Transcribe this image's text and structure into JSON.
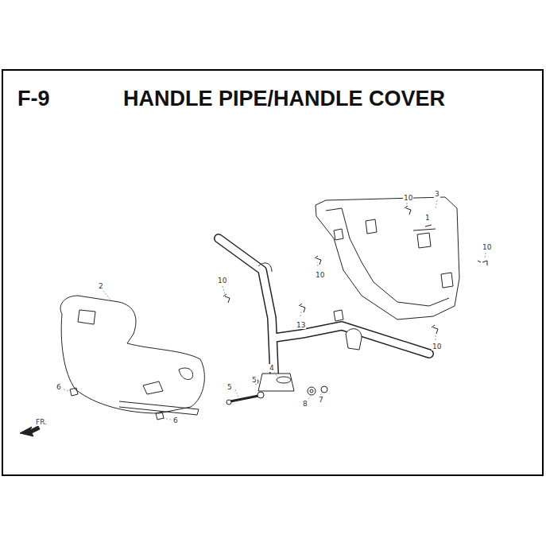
{
  "diagram": {
    "title": "HANDLE PIPE/HANDLE COVER",
    "labels": [
      "F-9",
      "10",
      "3",
      "1",
      "10",
      "10",
      "10",
      "2",
      "13",
      "10",
      "6",
      "6",
      "5",
      "5",
      "4",
      "8",
      "7",
      "FR."
    ]
  }
}
